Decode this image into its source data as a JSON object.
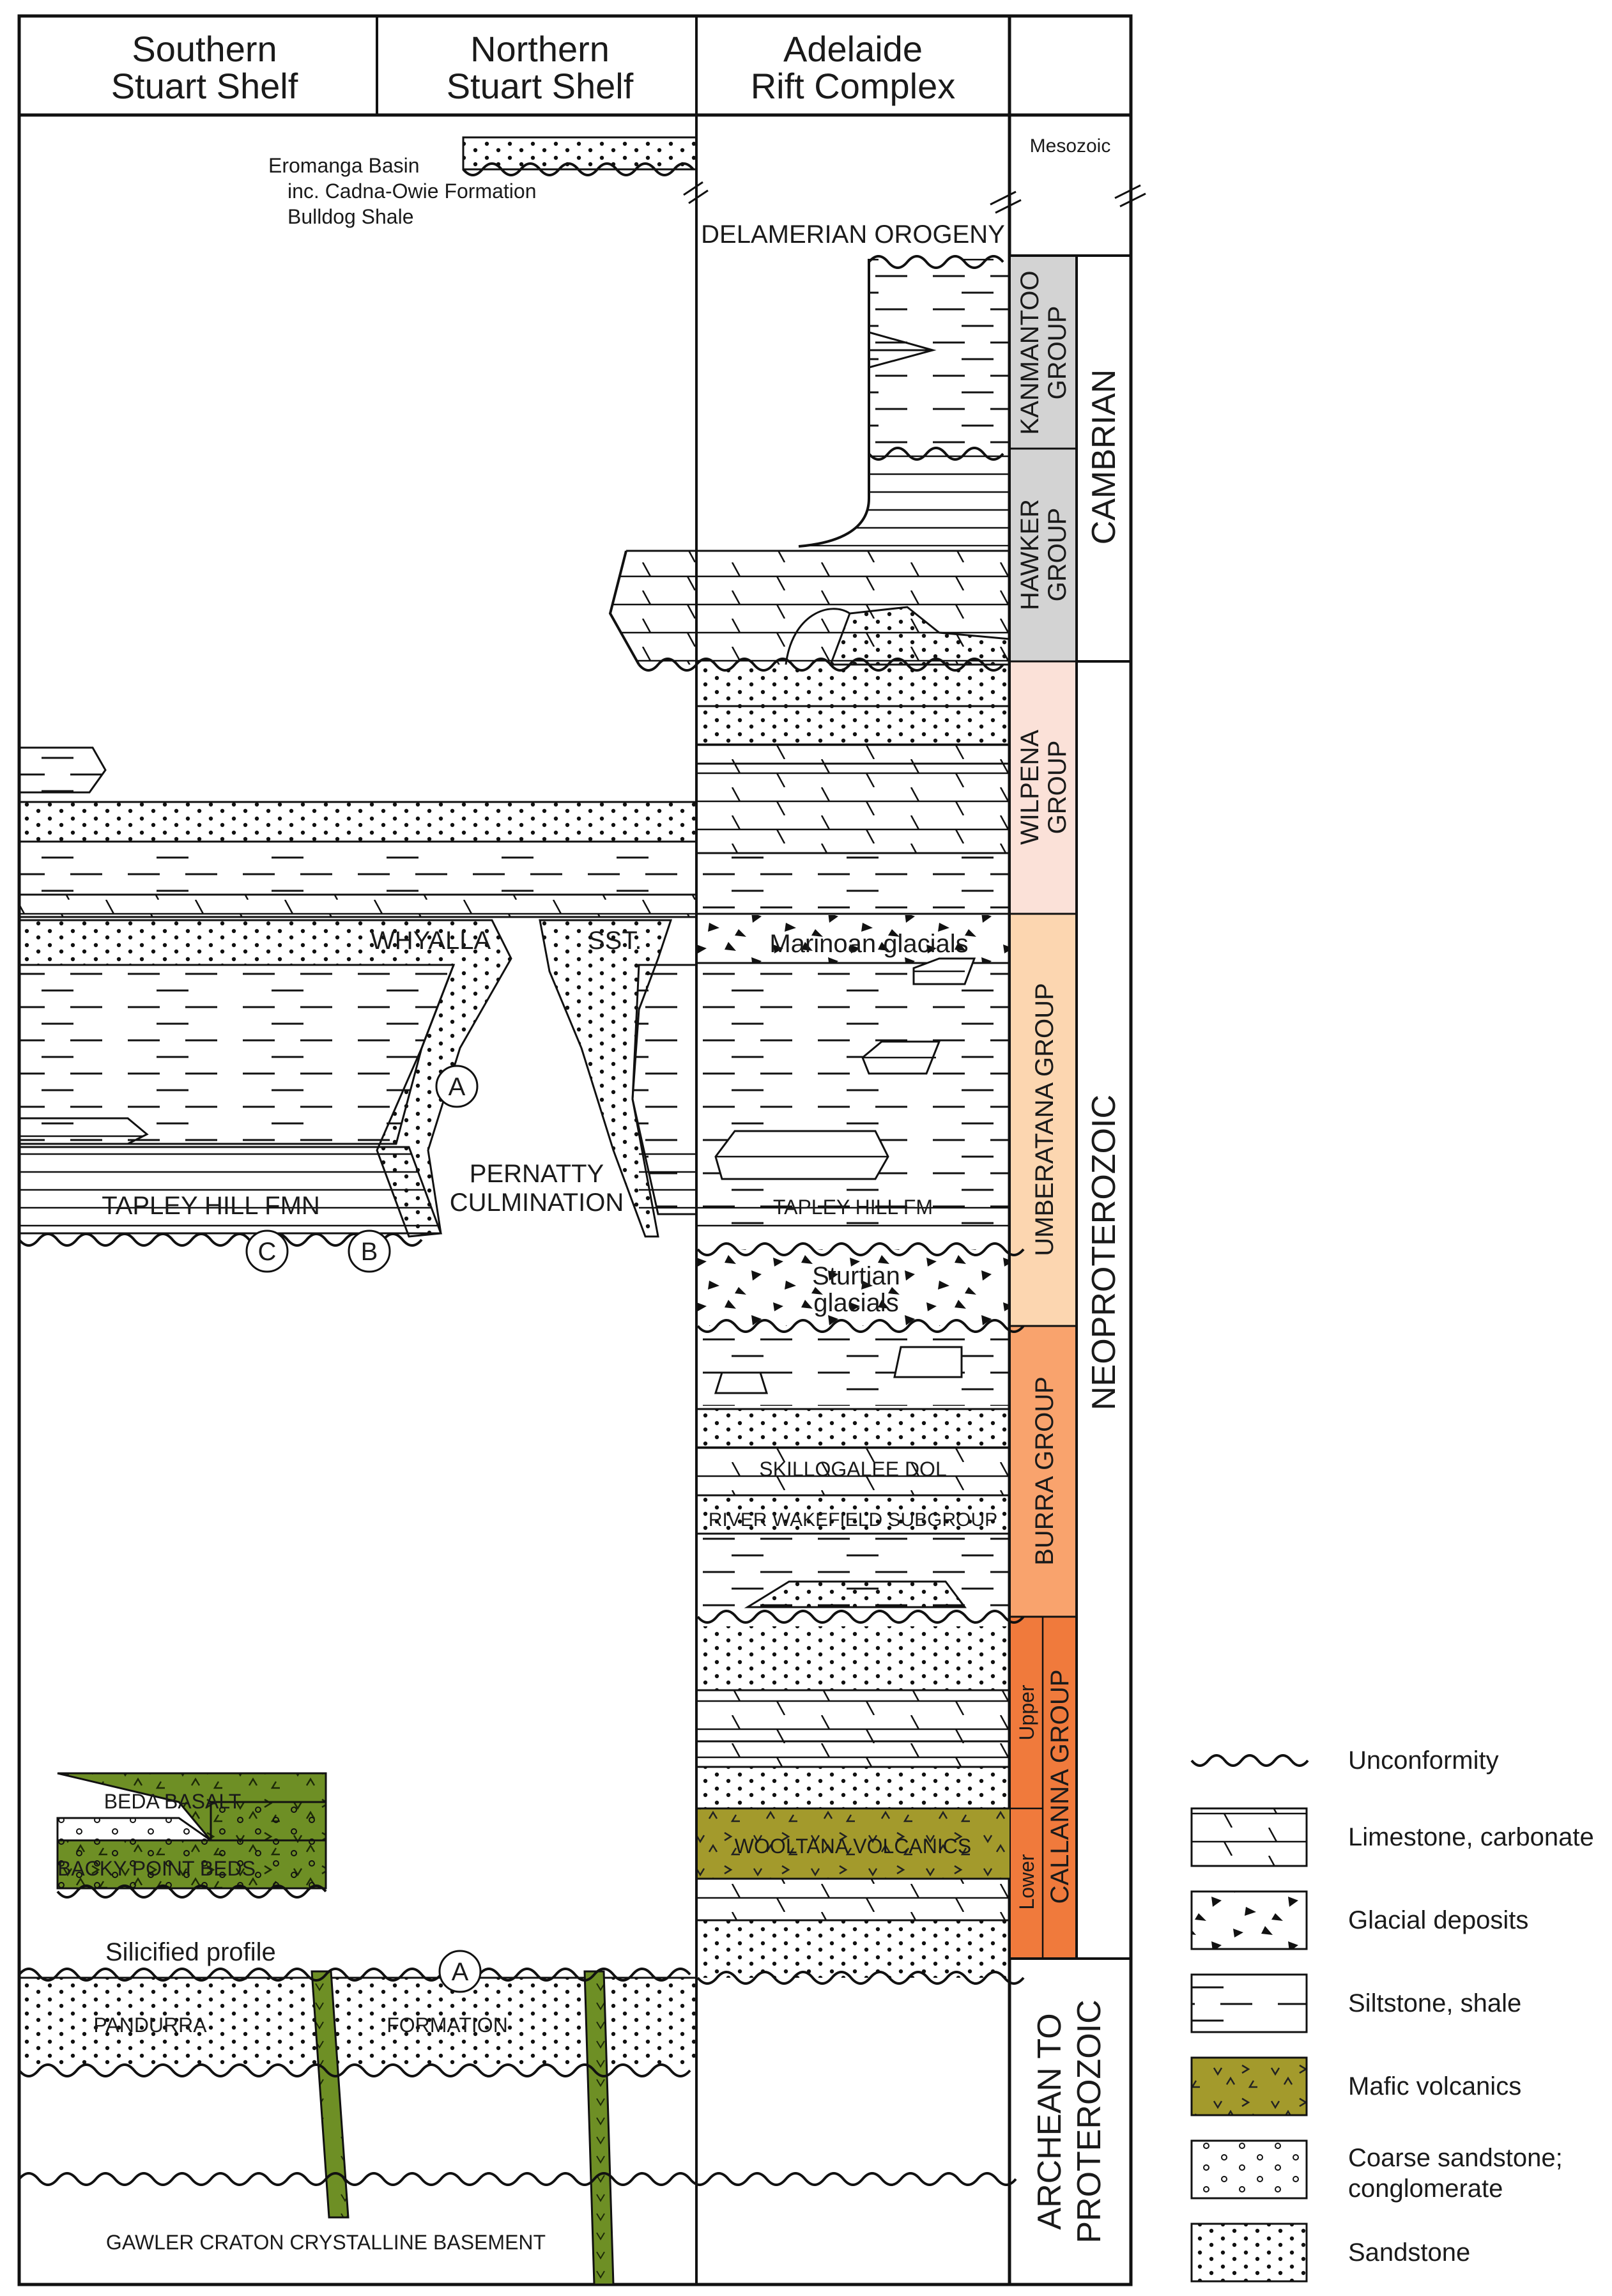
{
  "headers": {
    "southern": [
      "Southern",
      "Stuart Shelf"
    ],
    "northern": [
      "Northern",
      "Stuart Shelf"
    ],
    "adelaide": [
      "Adelaide",
      "Rift Complex"
    ]
  },
  "annotations": {
    "eromanga": [
      "Eromanga Basin",
      "inc. Cadna-Owie Formation",
      "Bulldog Shale"
    ],
    "delamerian": "DELAMERIAN OROGENY",
    "whyalla": "WHYALLA",
    "sst": "SST.",
    "marinoan": "Marinoan glacials",
    "pernatty": [
      "PERNATTY",
      "CULMINATION"
    ],
    "tapley_fmn": "TAPLEY HILL FMN",
    "tapley_fm": "TAPLEY HILL FM",
    "sturtian": [
      "Sturtian",
      "glacials"
    ],
    "skillogalee": "SKILLOGALEE DOL",
    "river_wakefield": "RIVER WAKEFIELD SUBGROUP",
    "beda": "BEDA BASALT",
    "backy": "BACKY POINT BEDS",
    "wooltana": "WOOLTANA VOLCANICS",
    "silicified": "Silicified profile",
    "pandurra": "PANDURRA",
    "formation": "FORMATION",
    "gawler": "GAWLER CRATON CRYSTALLINE BASEMENT",
    "marker_a": "A",
    "marker_b": "B",
    "marker_c": "C"
  },
  "periods": {
    "mesozoic": "Mesozoic",
    "cambrian": "CAMBRIAN",
    "neoproterozoic": "NEOPROTEROZOIC",
    "archean": [
      "ARCHEAN TO",
      "PROTEROZOIC"
    ]
  },
  "groups": {
    "kanmantoo": [
      "KANMANTOO",
      "GROUP"
    ],
    "hawker": [
      "HAWKER",
      "GROUP"
    ],
    "wilpena": [
      "WILPENA",
      "GROUP"
    ],
    "umberatana": "UMBERATANA GROUP",
    "burra": "BURRA GROUP",
    "upper": "Upper",
    "lower": "Lower",
    "callanna": "CALLANNA GROUP"
  },
  "colors": {
    "kanmantoo": "#d3d3d3",
    "hawker": "#d3d3d3",
    "wilpena": "#fbe1d8",
    "umberatana": "#fcd6b0",
    "burra": "#f9a36d",
    "callanna": "#f07a3c",
    "mafic": "#a39a2c",
    "basalt_dyke": "#6e8f25"
  },
  "legend": [
    {
      "key": "unconformity",
      "label": [
        "Unconformity"
      ]
    },
    {
      "key": "limestone",
      "label": [
        "Limestone, carbonate"
      ]
    },
    {
      "key": "glacial",
      "label": [
        "Glacial deposits"
      ]
    },
    {
      "key": "siltstone",
      "label": [
        "Siltstone, shale"
      ]
    },
    {
      "key": "mafic",
      "label": [
        "Mafic volcanics"
      ]
    },
    {
      "key": "coarse",
      "label": [
        "Coarse sandstone;",
        "conglomerate"
      ]
    },
    {
      "key": "sandstone",
      "label": [
        "Sandstone"
      ]
    }
  ]
}
